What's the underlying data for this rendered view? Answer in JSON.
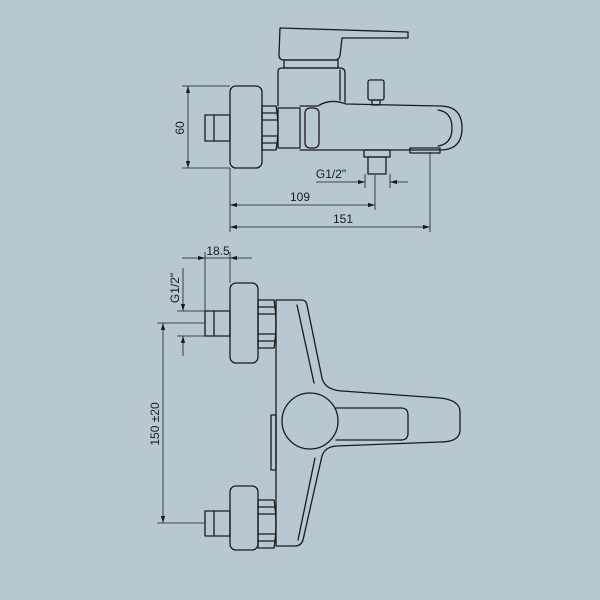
{
  "side_view": {
    "height": "60",
    "thread": "G1/2\"",
    "outlet_distance": "109",
    "overall_length": "151"
  },
  "front_view": {
    "stub_length": "18.5",
    "thread": "G1/2\"",
    "center_distance": "150 ±20"
  },
  "colors": {
    "background": "#b8c8d2",
    "line": "#1a1a1a"
  }
}
